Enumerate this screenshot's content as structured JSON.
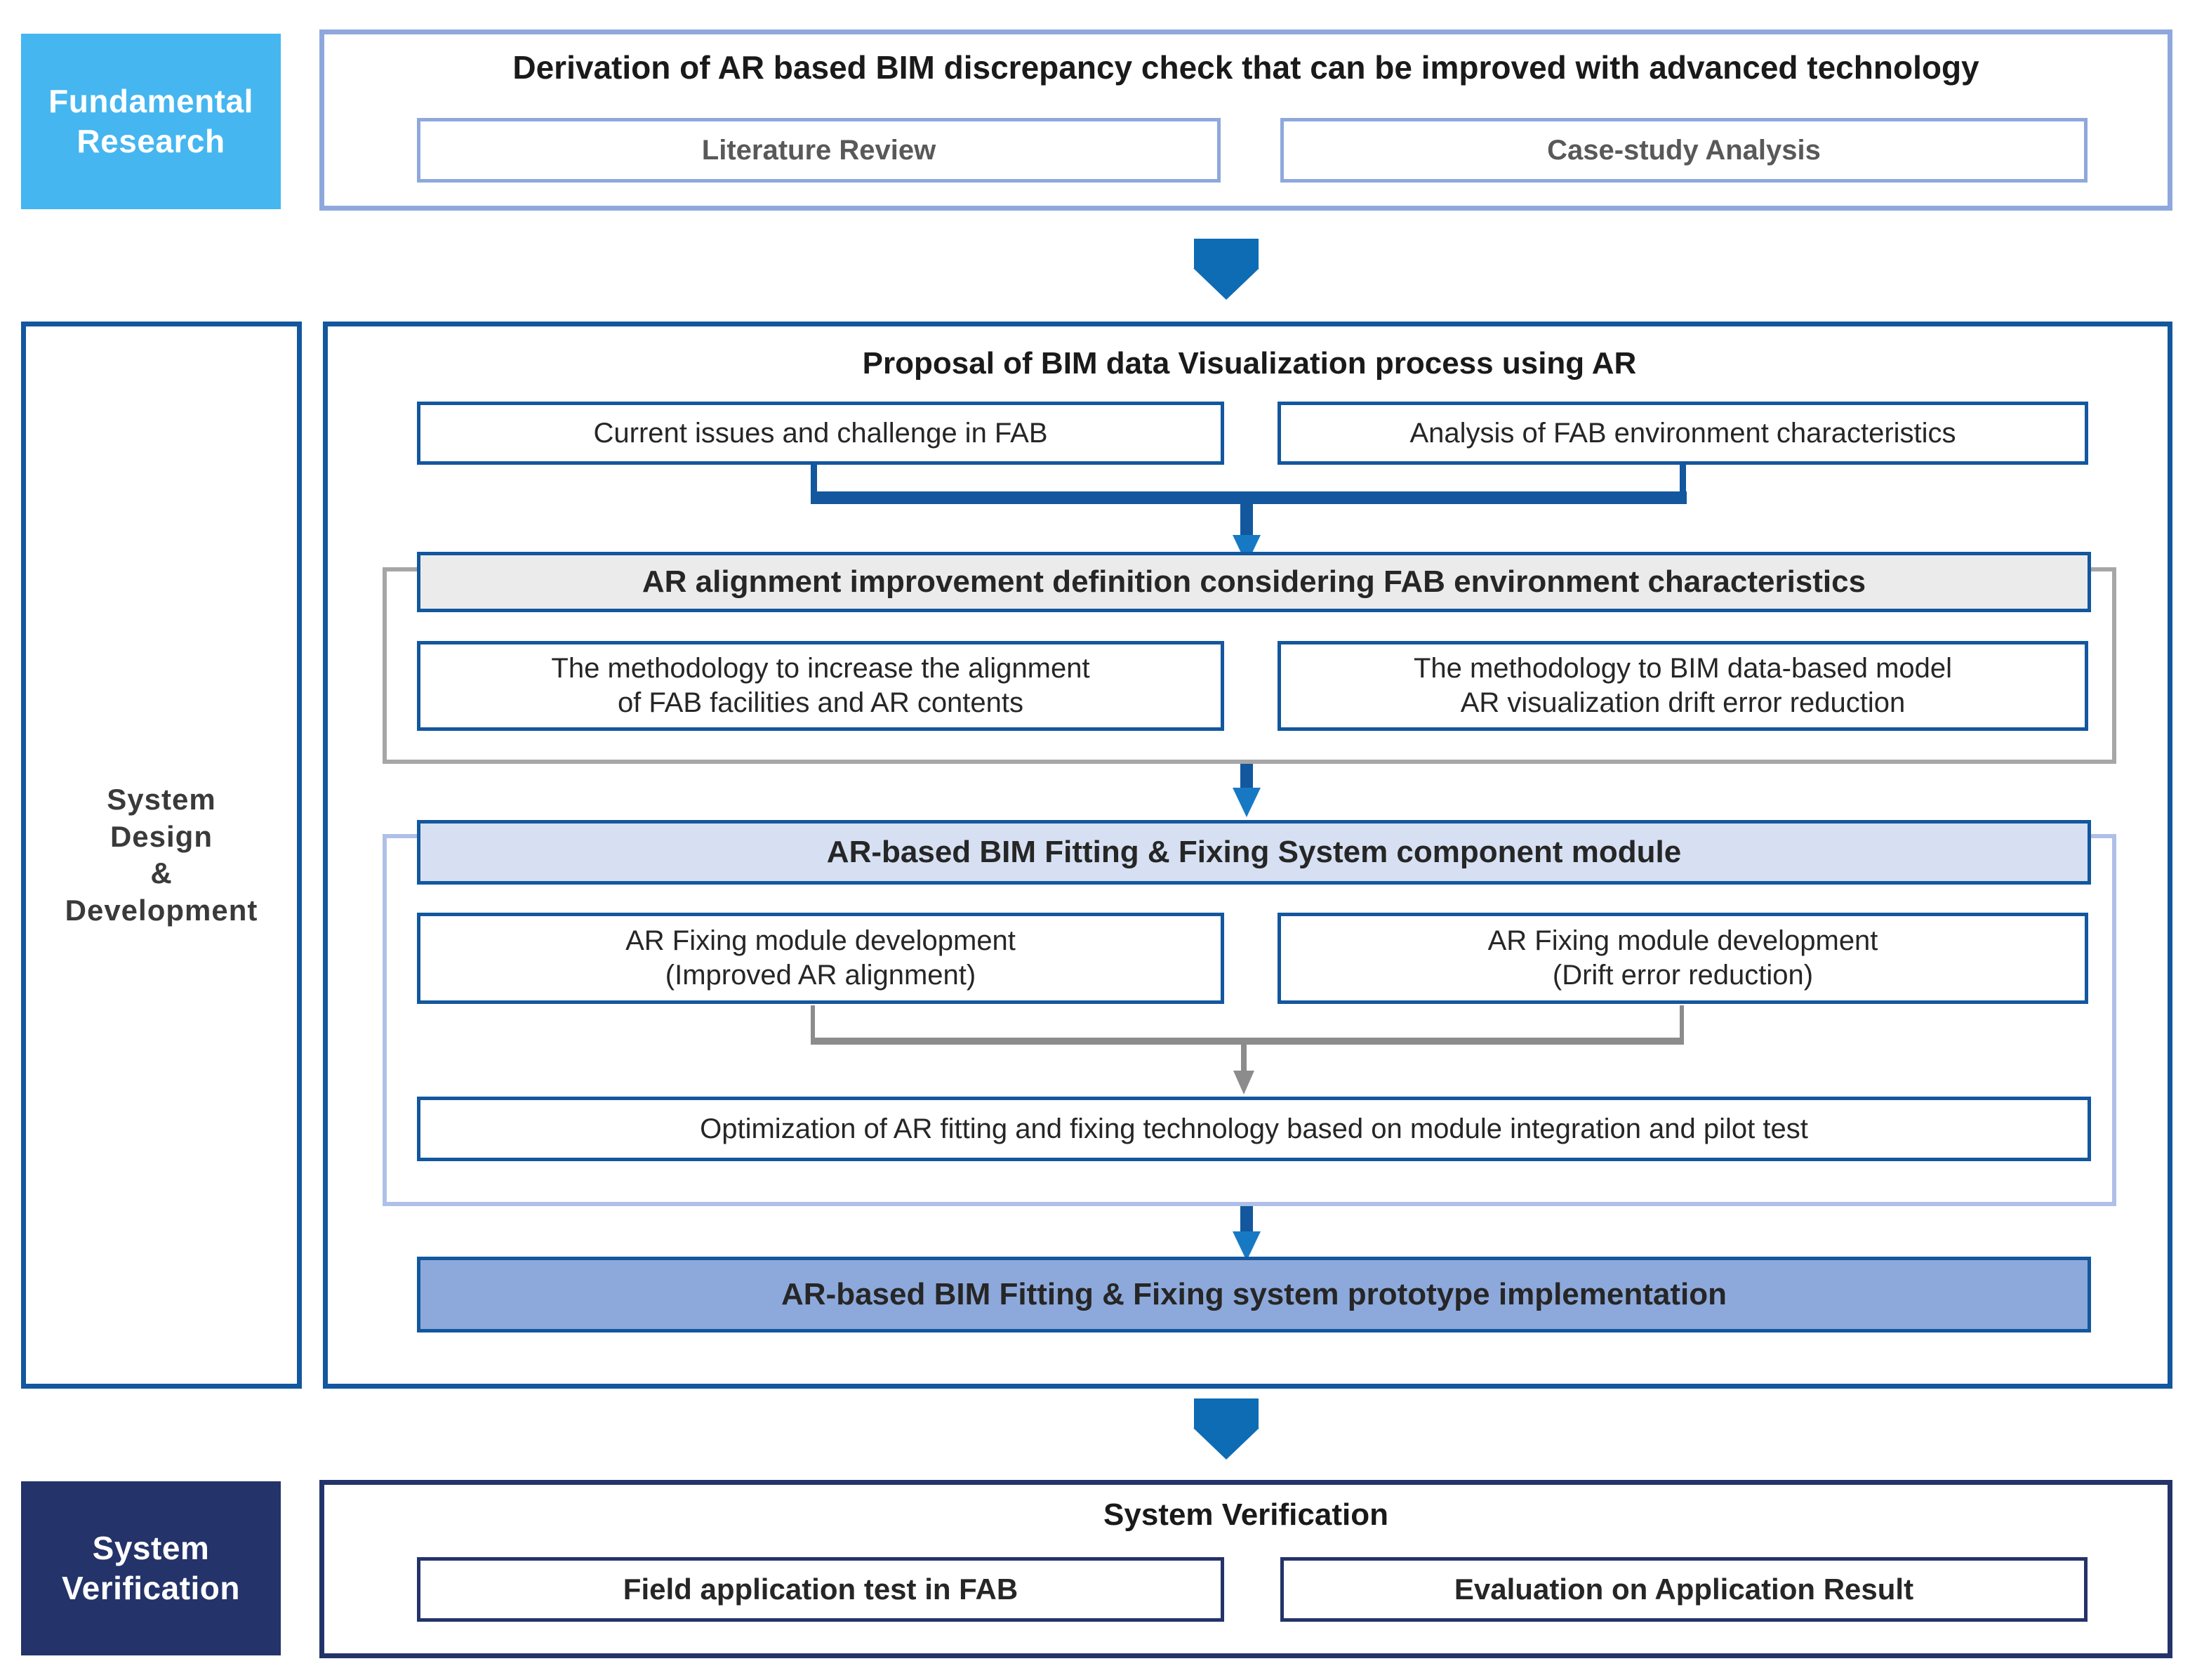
{
  "colors": {
    "fundamental_chip_bg": "#45B6F0",
    "verification_chip_bg": "#243369",
    "panel_border_lavender": "#8EA8DC",
    "panel_border_blue": "#13579E",
    "panel_border_navy": "#243369",
    "arrow_blue": "#0D6CB4",
    "group_frame_gray": "#A6A6A6",
    "group_frame_lavender": "#AFC0E8",
    "banner_gray_bg": "#EBEBEB",
    "banner_lightblue_bg": "#D6E0F2",
    "banner_midblue_bg": "#8DA9DB",
    "connector_gray": "#8C8C8C"
  },
  "stages": {
    "fundamental": {
      "label": "Fundamental\nResearch"
    },
    "design": {
      "label": "System\nDesign\n&\nDevelopment"
    },
    "verification": {
      "label": "System\nVerification"
    }
  },
  "fundamental_research": {
    "heading": "Derivation of AR based BIM discrepancy check that can be improved with advanced technology",
    "boxes": [
      {
        "label": "Literature Review"
      },
      {
        "label": "Case-study Analysis"
      }
    ]
  },
  "system_design": {
    "heading": "Proposal of BIM data Visualization process using AR",
    "top_boxes": [
      {
        "label": "Current issues and challenge in FAB"
      },
      {
        "label": "Analysis of FAB environment characteristics"
      }
    ],
    "alignment_group": {
      "banner": "AR alignment improvement definition considering FAB environment characteristics",
      "boxes": [
        {
          "label": "The methodology to increase the alignment\nof FAB facilities and AR contents"
        },
        {
          "label": "The methodology to BIM data-based model\nAR visualization drift error reduction"
        }
      ]
    },
    "module_group": {
      "banner": "AR-based BIM Fitting & Fixing System component module",
      "boxes": [
        {
          "label": "AR Fixing module development\n(Improved AR alignment)"
        },
        {
          "label": "AR Fixing module development\n(Drift error reduction)"
        }
      ],
      "optimization": "Optimization of AR fitting and fixing technology based on module integration and pilot test"
    },
    "prototype_banner": "AR-based BIM Fitting & Fixing system prototype implementation"
  },
  "system_verification": {
    "heading": "System Verification",
    "boxes": [
      {
        "label": "Field application test in FAB"
      },
      {
        "label": "Evaluation on Application  Result"
      }
    ]
  },
  "arrows": {
    "fundamental_to_design": "down-block-arrow",
    "design_to_verification": "down-block-arrow",
    "issues_to_alignment": "down-arrow",
    "alignment_to_module": "down-arrow",
    "modules_to_optimization": "down-arrow-gray",
    "optimization_to_prototype": "down-arrow"
  }
}
